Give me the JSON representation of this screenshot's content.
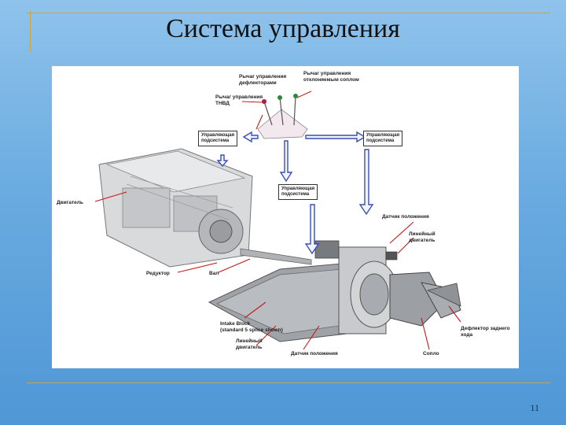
{
  "slide": {
    "title": "Система управления",
    "page_number": "11"
  },
  "diagram": {
    "labels": {
      "lever_deflectors": "Рычаг управления\nдефлекторами",
      "lever_nozzle": "Рычаг управления\nотклоняемым соплом",
      "lever_throttle": "Рычаг управления\nТНВД",
      "engine": "Двигатель",
      "gearbox": "Редуктор",
      "shaft": "Вал",
      "position_sensor_top": "Датчик положения",
      "linear_motor_right": "Линейный\nдвигатель",
      "intake_block": "Intake Block\n(standard 5 splice shown)",
      "linear_motor_bottom": "Линейный\nдвигатель",
      "position_sensor_bottom": "Датчик положения",
      "nozzle": "Сопло",
      "rear_deflector": "Дефлектор заднего\nхода"
    },
    "boxes": {
      "control_left": "Управляющая\nподсистема",
      "control_center": "Управляющая\nподсистема",
      "control_right": "Управляющая\nподсистема"
    }
  }
}
